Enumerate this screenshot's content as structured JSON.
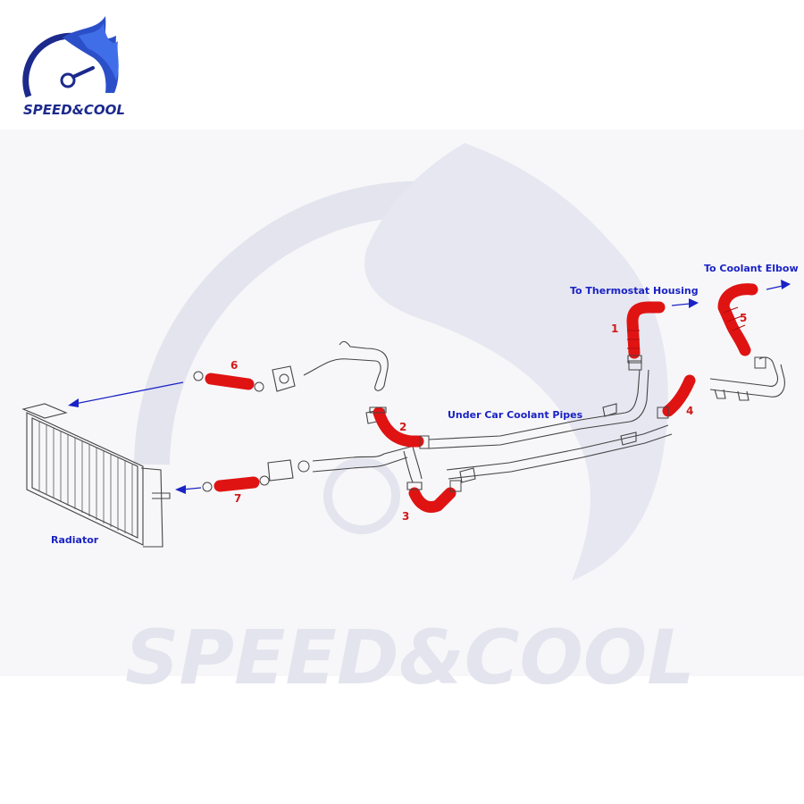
{
  "brand": {
    "logo_text": "SPEED&COOL",
    "watermark_text": "SPEED&COOL",
    "logo_icon": "speedometer-flame-icon",
    "colors": {
      "logo_blue": "#1c2a8c",
      "label_blue": "#1a23c4",
      "hose_red": "#e01313",
      "watermark": "#e3e4ee"
    }
  },
  "labels": {
    "radiator": "Radiator",
    "under_car_pipes": "Under Car Coolant Pipes",
    "thermostat_housing": "To Thermostat Housing",
    "coolant_elbow": "To Coolant Elbow"
  },
  "hoses": [
    {
      "number": "1"
    },
    {
      "number": "2"
    },
    {
      "number": "3"
    },
    {
      "number": "4"
    },
    {
      "number": "5"
    },
    {
      "number": "6"
    },
    {
      "number": "7"
    }
  ]
}
